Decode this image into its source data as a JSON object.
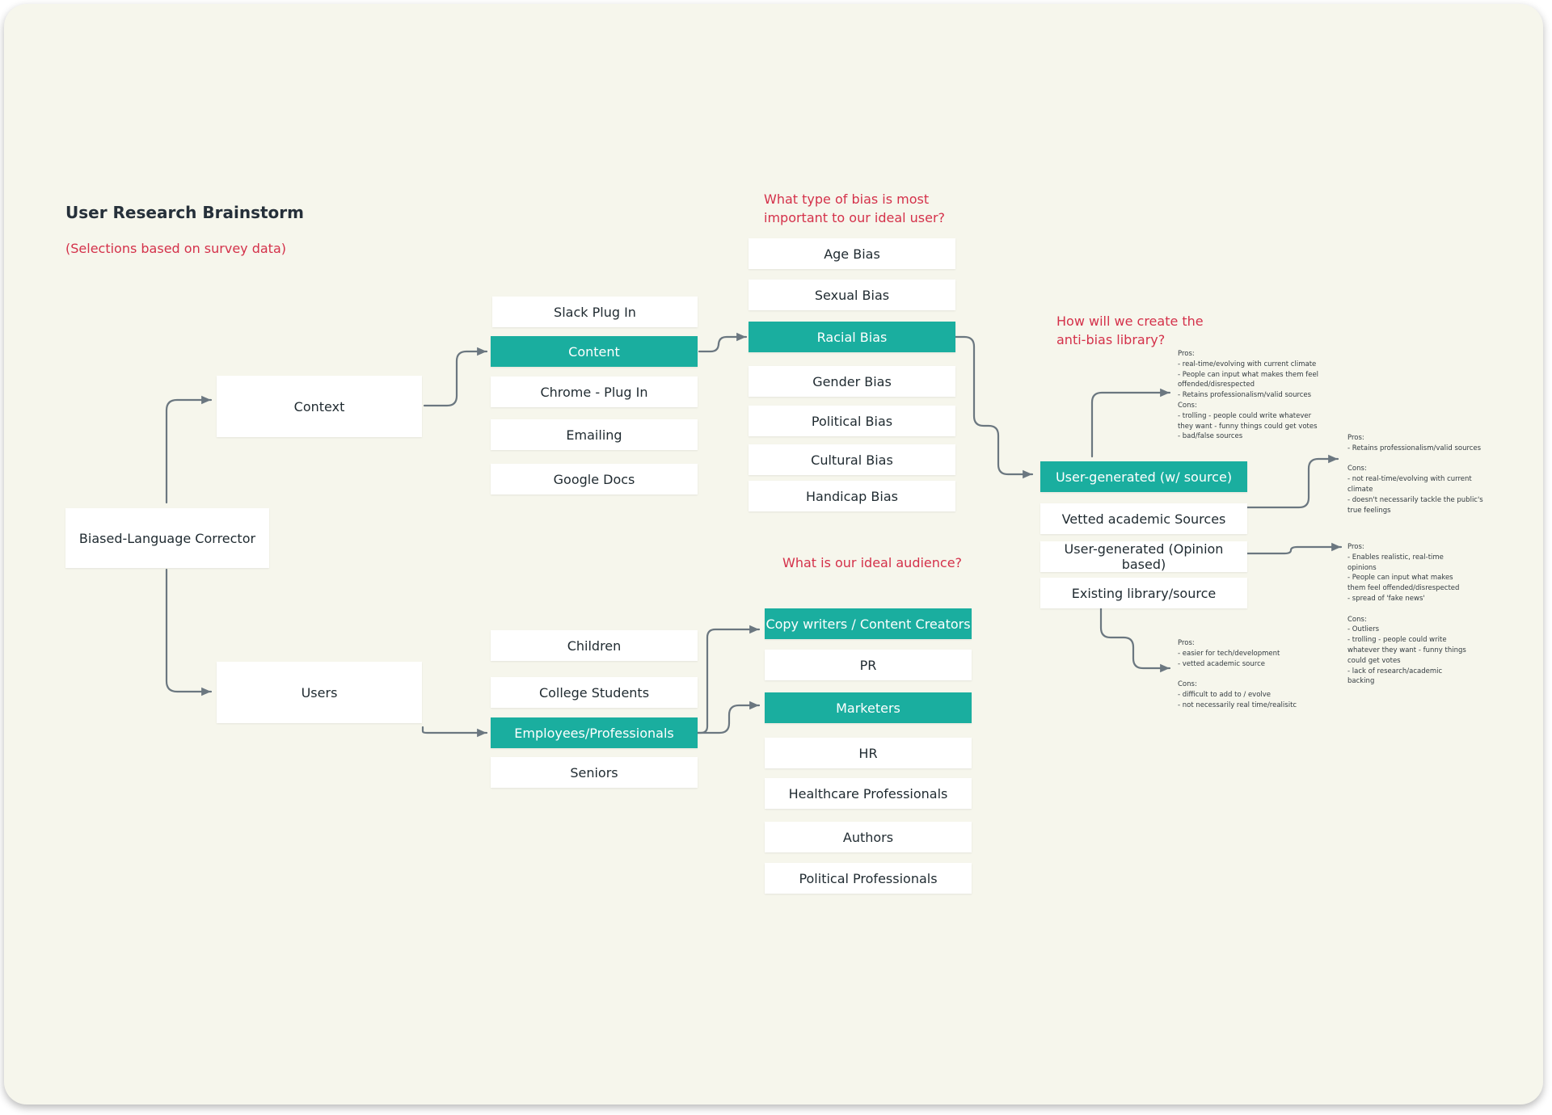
{
  "board": {
    "title": "User Research Brainstorm",
    "subtitle": "(Selections based on survey data)"
  },
  "questions": {
    "bias": [
      "What type of bias is most",
      "important to our ideal user?"
    ],
    "audience": "What is our ideal audience?",
    "library": [
      "How will we create the",
      "anti-bias library?"
    ]
  },
  "nodes": {
    "root": "Biased-Language Corrector",
    "context": "Context",
    "users": "Users",
    "context_options": [
      "Slack Plug In",
      "Content",
      "Chrome - Plug In",
      "Emailing",
      "Google Docs"
    ],
    "bias_types": [
      "Age Bias",
      "Sexual Bias",
      "Racial Bias",
      "Gender Bias",
      "Political Bias",
      "Cultural Bias",
      "Handicap Bias"
    ],
    "user_groups": [
      "Children",
      "College Students",
      "Employees/Professionals",
      "Seniors"
    ],
    "professions": [
      "Copy writers / Content Creators",
      "PR",
      "Marketers",
      "HR",
      "Healthcare Professionals",
      "Authors",
      "Political Professionals"
    ],
    "library_sources": [
      "User-generated (w/ source)",
      "Vetted academic Sources",
      "User-generated (Opinion based)",
      "Existing library/source"
    ]
  },
  "selected": [
    "Content",
    "Racial Bias",
    "Employees/Professionals",
    "Copy writers / Content Creators",
    "Marketers",
    "User-generated (w/ source)"
  ],
  "notes": {
    "user_generated_source": [
      "Pros:",
      "- real-time/evolving with current climate",
      "- People can input what makes them feel",
      "offended/disrespected",
      "- Retains professionalism/valid sources",
      "Cons:",
      "-  trolling - people could write whatever",
      "they want - funny things could get votes",
      "- bad/false sources"
    ],
    "vetted_academic": [
      "Pros:",
      "- Retains professionalism/valid sources",
      "",
      "Cons:",
      "- not real-time/evolving with current",
      "climate",
      "- doesn't necessarily tackle the public's",
      "true feelings"
    ],
    "opinion_based": [
      "Pros:",
      "- Enables realistic, real-time",
      "opinions",
      "- People can input what makes",
      "them feel offended/disrespected",
      "- spread of 'fake news'",
      "",
      "Cons:",
      "- Outliers",
      "- trolling - people could write",
      "whatever they want - funny things",
      "could get votes",
      "- lack of research/academic",
      "backing"
    ],
    "existing_library": [
      "Pros:",
      "- easier for tech/development",
      "- vetted academic source",
      "",
      "Cons:",
      "- difficult to add to / evolve",
      "- not necessarily real time/realisitc"
    ]
  },
  "colors": {
    "board": "#f6f6ec",
    "selected": "#1aae9f",
    "question": "#d4314a",
    "connector": "#6b7780",
    "node": "#ffffff"
  }
}
